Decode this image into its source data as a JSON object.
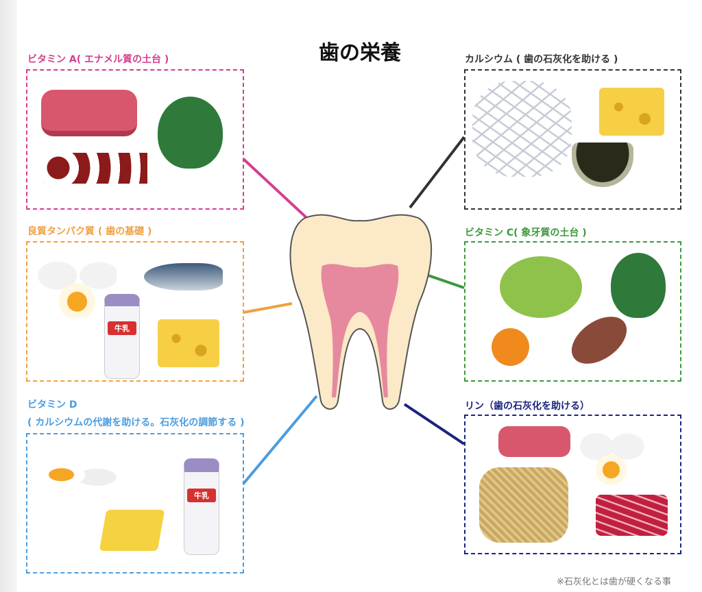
{
  "title": "歯の栄養",
  "colors": {
    "vitamin_a": "#d63d8f",
    "protein": "#f0a040",
    "vitamin_d": "#4a9de0",
    "calcium": "#333333",
    "vitamin_c": "#3a9a3a",
    "phosphorus": "#1a237e"
  },
  "groups": {
    "vitamin_a": {
      "label": "ビタミン A( エナメル質の土台 )",
      "foods": [
        "meat",
        "yakitori-liver",
        "spinach"
      ]
    },
    "protein": {
      "label": "良質タンパク質 ( 歯の基礎 )",
      "foods": [
        "egg",
        "fish",
        "milk",
        "cheese"
      ]
    },
    "vitamin_d": {
      "label_line1": "ビタミン D",
      "label_line2": "( カルシウムの代謝を助ける。石灰化の調節する )",
      "foods": [
        "egg",
        "butter",
        "milk"
      ]
    },
    "calcium": {
      "label": "カルシウム ( 歯の石灰化を助ける )",
      "foods": [
        "dried-sardines",
        "cheese",
        "hijiki"
      ]
    },
    "vitamin_c": {
      "label": "ビタミン C( 象牙質の土台 )",
      "foods": [
        "cabbage",
        "spinach",
        "mandarin",
        "sweet-potato"
      ]
    },
    "phosphorus": {
      "label": "リン（歯の石灰化を助ける）",
      "foods": [
        "meat",
        "egg",
        "natto",
        "beef"
      ]
    }
  },
  "milk_label": "牛乳",
  "footnote": "※石灰化とは歯が硬くなる事"
}
